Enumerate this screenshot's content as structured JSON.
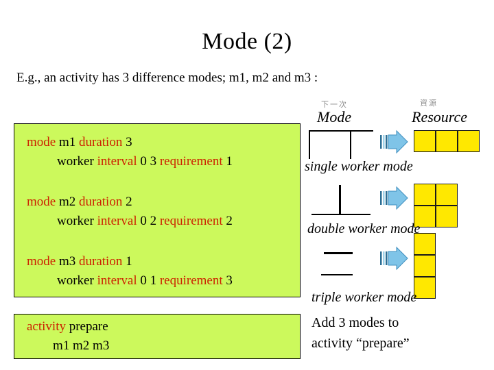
{
  "slide": {
    "title": "Mode (2)",
    "subtitle": "E.g., an activity has 3 difference modes; m1, m2 and m3 :",
    "background_color": "#ffffff"
  },
  "colors": {
    "code_box_fill": "#ccf95c",
    "code_box_border": "#000000",
    "keyword": "#cc2200",
    "resource_fill": "#ffe800",
    "resource_border": "#1a1a1a",
    "arrow_fill": "#7fc4e8",
    "text": "#000000"
  },
  "code_box_modes": {
    "lines": [
      {
        "id": "mode-m1-decl",
        "segments": [
          {
            "text": "mode",
            "kind": "keyword"
          },
          {
            "text": " m1 ",
            "kind": "plain"
          },
          {
            "text": "duration",
            "kind": "keyword"
          },
          {
            "text": " 3",
            "kind": "plain"
          }
        ]
      },
      {
        "id": "mode-m1-worker",
        "segments": [
          {
            "text": "worker ",
            "kind": "plain"
          },
          {
            "text": "interval",
            "kind": "keyword"
          },
          {
            "text": " 0 3 ",
            "kind": "plain"
          },
          {
            "text": "requirement",
            "kind": "keyword"
          },
          {
            "text": " 1",
            "kind": "plain"
          }
        ]
      },
      {
        "id": "mode-m2-decl",
        "segments": [
          {
            "text": "mode",
            "kind": "keyword"
          },
          {
            "text": " m2 ",
            "kind": "plain"
          },
          {
            "text": "duration",
            "kind": "keyword"
          },
          {
            "text": " 2",
            "kind": "plain"
          }
        ]
      },
      {
        "id": "mode-m2-worker",
        "segments": [
          {
            "text": "worker ",
            "kind": "plain"
          },
          {
            "text": "interval",
            "kind": "keyword"
          },
          {
            "text": " 0 2 ",
            "kind": "plain"
          },
          {
            "text": "requirement",
            "kind": "keyword"
          },
          {
            "text": " 2",
            "kind": "plain"
          }
        ]
      },
      {
        "id": "mode-m3-decl",
        "segments": [
          {
            "text": "mode",
            "kind": "keyword"
          },
          {
            "text": " m3 ",
            "kind": "plain"
          },
          {
            "text": "duration",
            "kind": "keyword"
          },
          {
            "text": " 1",
            "kind": "plain"
          }
        ]
      },
      {
        "id": "mode-m3-worker",
        "segments": [
          {
            "text": "worker ",
            "kind": "plain"
          },
          {
            "text": "interval",
            "kind": "keyword"
          },
          {
            "text": " 0 1 ",
            "kind": "plain"
          },
          {
            "text": "requirement",
            "kind": "keyword"
          },
          {
            "text": " 3",
            "kind": "plain"
          }
        ]
      }
    ]
  },
  "code_box_activity": {
    "lines": [
      {
        "id": "activity-decl",
        "segments": [
          {
            "text": "activity",
            "kind": "keyword"
          },
          {
            "text": " prepare",
            "kind": "plain"
          }
        ]
      },
      {
        "id": "activity-modes",
        "segments": [
          {
            "text": "m1   m2  m3",
            "kind": "plain"
          }
        ]
      }
    ]
  },
  "diagram": {
    "headers": {
      "mode_cjk": "下一次",
      "mode_label": "Mode",
      "resource_cjk": "資源",
      "resource_label": "Resource"
    },
    "rows": [
      {
        "id": "single-worker",
        "caption": "single worker mode",
        "resource_cells": 3,
        "resource_layout": "1x3"
      },
      {
        "id": "double-worker",
        "caption": "double worker mode",
        "resource_cells": 4,
        "resource_layout": "2x2"
      },
      {
        "id": "triple-worker",
        "caption": "triple worker mode",
        "resource_cells": 3,
        "resource_layout": "3x1"
      }
    ],
    "note": {
      "line1": "Add 3 modes to",
      "line2": "activity “prepare”"
    }
  }
}
